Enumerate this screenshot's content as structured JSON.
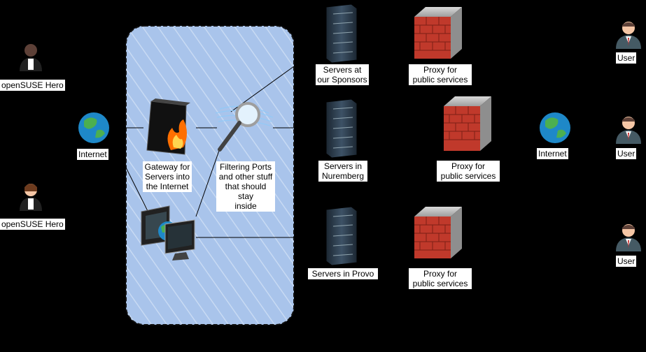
{
  "labels": {
    "hero1": "openSUSE Hero",
    "hero2": "openSUSE Hero",
    "internet_left": "Internet",
    "gateway": "Gateway for\nServers into\nthe Internet",
    "filtering": "Filtering Ports\nand other stuff\nthat should stay\ninside",
    "servers_sponsors": "Servers at\nour Sponsors",
    "servers_nuremberg": "Servers in\nNuremberg",
    "servers_provo": "Servers in Provo",
    "proxy_top": "Proxy for\npublic services",
    "proxy_middle": "Proxy for\npublic services",
    "proxy_bottom": "Proxy for\npublic services",
    "internet_right": "Internet",
    "user1": "User",
    "user2": "User",
    "user3": "User"
  },
  "colors": {
    "background": "#000000",
    "zone_fill": "#a9c4eb",
    "firewall_red": "#c0392b",
    "server_dark": "#2c3e50",
    "globe_blue": "#1e88c8",
    "globe_green": "#4caf50"
  },
  "icons": {
    "hero": "person-icon",
    "internet": "globe-icon",
    "gateway": "firewall-fire-icon",
    "filter": "magnifier-icon",
    "workstation": "workstation-icon",
    "server": "server-rack-icon",
    "proxy": "brick-wall-icon",
    "user": "user-icon"
  }
}
